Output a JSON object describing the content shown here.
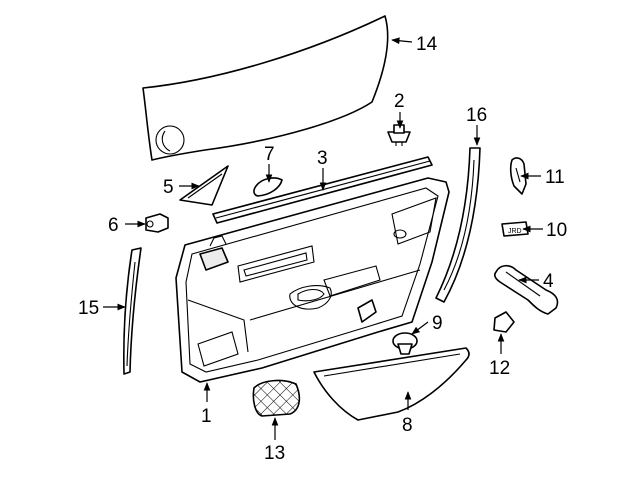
{
  "diagram": {
    "callouts": [
      {
        "id": "1",
        "label": "1"
      },
      {
        "id": "2",
        "label": "2"
      },
      {
        "id": "3",
        "label": "3"
      },
      {
        "id": "4",
        "label": "4"
      },
      {
        "id": "5",
        "label": "5"
      },
      {
        "id": "6",
        "label": "6"
      },
      {
        "id": "7",
        "label": "7"
      },
      {
        "id": "8",
        "label": "8"
      },
      {
        "id": "9",
        "label": "9"
      },
      {
        "id": "10",
        "label": "10"
      },
      {
        "id": "11",
        "label": "11"
      },
      {
        "id": "12",
        "label": "12"
      },
      {
        "id": "13",
        "label": "13"
      },
      {
        "id": "14",
        "label": "14"
      },
      {
        "id": "15",
        "label": "15"
      },
      {
        "id": "16",
        "label": "16"
      }
    ],
    "part_marking_10": "JRD"
  }
}
